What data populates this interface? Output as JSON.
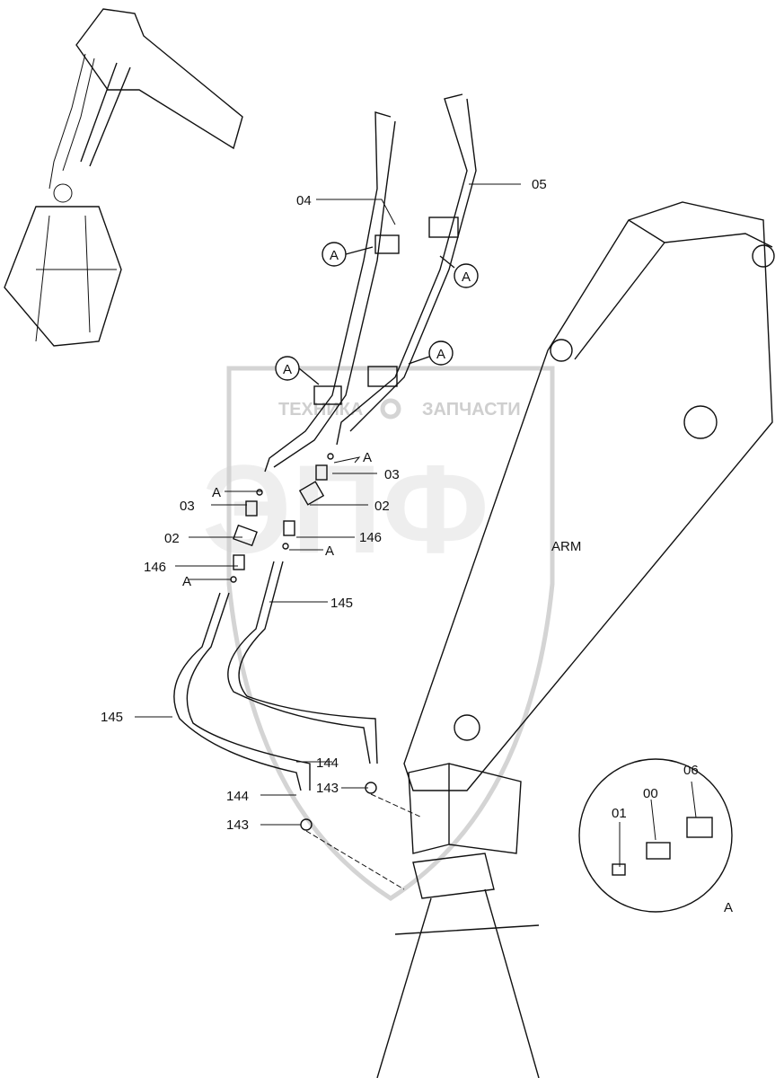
{
  "watermark": {
    "line1": "ТЕХНИКА",
    "line2": "ЗАПЧАСТИ",
    "logo": "ЭПФ"
  },
  "callouts": {
    "pipe_left": "04",
    "pipe_right": "05",
    "detail_ref": "A",
    "part_03": "03",
    "part_02": "02",
    "part_146": "146",
    "part_145": "145",
    "part_144": "144",
    "part_143": "143",
    "arm": "ARM",
    "part_01": "01",
    "part_00": "00",
    "part_06": "06"
  }
}
